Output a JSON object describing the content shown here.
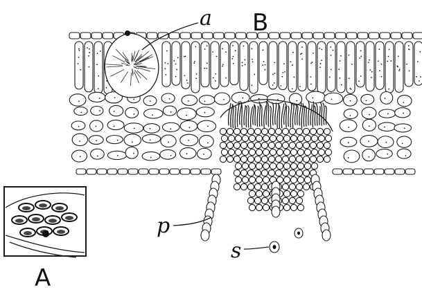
{
  "figure": {
    "panel_a_label": "A",
    "panel_b_label": "B",
    "part_labels": {
      "a": "a",
      "p": "p",
      "s": "s"
    }
  }
}
